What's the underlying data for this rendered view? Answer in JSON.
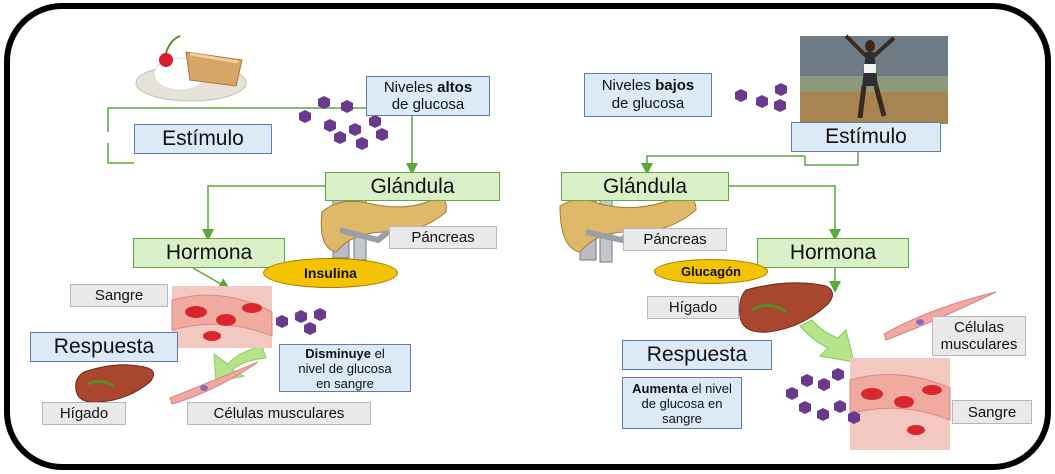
{
  "left": {
    "niveles": {
      "pre": "Niveles ",
      "bold": "altos",
      "post": "de glucosa"
    },
    "estimulo": "Estímulo",
    "glandula": "Glándula",
    "pancreas": "Páncreas",
    "hormona": "Hormona",
    "hormone_name": "Insulina",
    "sangre": "Sangre",
    "respuesta": "Respuesta",
    "efecto": {
      "bold": "Disminuye",
      "rest1": " el",
      "rest2": "nivel de glucosa",
      "rest3": "en sangre"
    },
    "higado": "Hígado",
    "celulas": "Células musculares"
  },
  "right": {
    "niveles": {
      "pre": "Niveles ",
      "bold": "bajos",
      "post": "de glucosa"
    },
    "estimulo": "Estímulo",
    "glandula": "Glándula",
    "pancreas": "Páncreas",
    "hormona": "Hormona",
    "hormone_name": "Glucagón",
    "higado": "Hígado",
    "celulas_1": "Células",
    "celulas_2": "musculares",
    "respuesta": "Respuesta",
    "efecto": {
      "bold": "Aumenta",
      "rest1": " el nivel",
      "rest2": "de glucosa en",
      "rest3": "sangre"
    },
    "sangre": "Sangre"
  },
  "colors": {
    "arrow": "#5aa83c",
    "frame": "#000000",
    "hormone_oval": "#f5c400",
    "molecule": "#6a3a8e"
  }
}
